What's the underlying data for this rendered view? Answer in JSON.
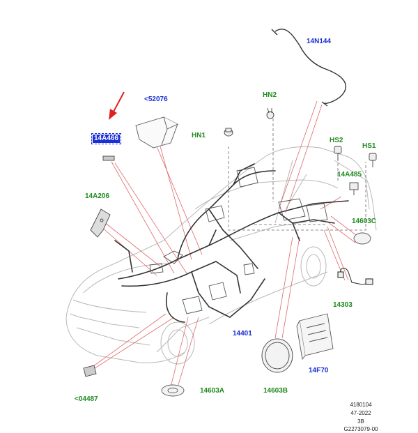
{
  "callouts": {
    "c14a466": "14A466",
    "c52076": "<52076",
    "chn2": "HN2",
    "chn1": "HN1",
    "c14n144": "14N144",
    "chs2": "HS2",
    "chs1": "HS1",
    "c14a485": "14A485",
    "c14a206": "14A206",
    "c14603c": "14603C",
    "c14303": "14303",
    "c14401": "14401",
    "c14f70": "14F70",
    "c14603b": "14603B",
    "c14603a": "14603A",
    "c04487": "<04487"
  },
  "reference": {
    "line1": "4180104",
    "line2": "47-2022",
    "line3": "3B",
    "line4": "G2273079-00"
  },
  "colors": {
    "part_blue": "#1a2fd6",
    "part_green": "#1f8a1f",
    "leader_red": "#e06060",
    "arrow_red": "#e02020",
    "outline_gray": "#b0b0b0",
    "harness_dark": "#333333"
  }
}
